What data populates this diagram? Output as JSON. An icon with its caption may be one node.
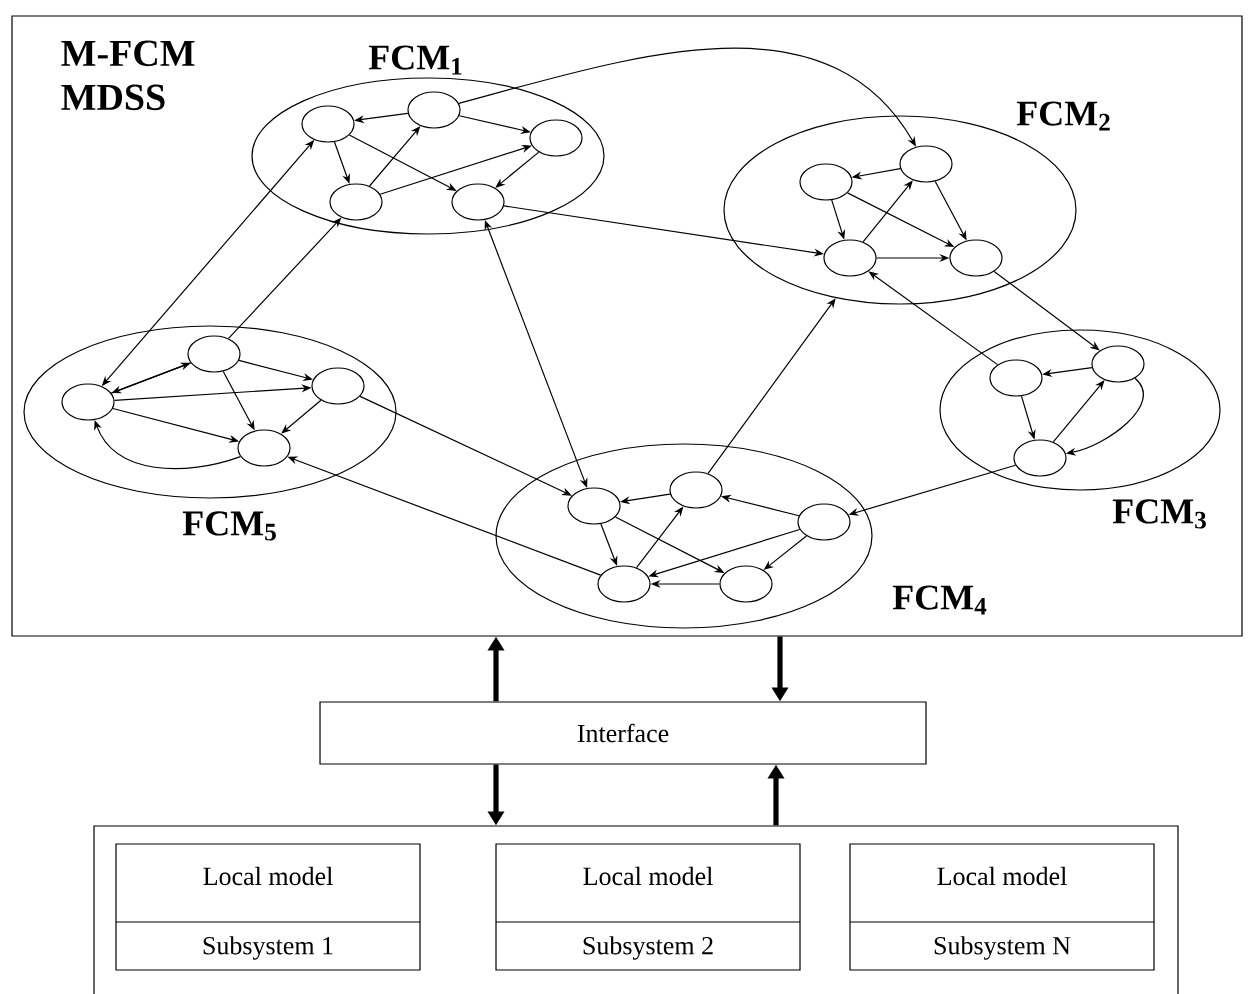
{
  "diagram": {
    "nodes": [
      {
        "text": [
          "M-FCM MDSS"
        ]
      },
      {
        "text": [
          "FCM$_{1}$"
        ],
        "in": 0
      },
      {
        "text": [],
        "shape": "circle",
        "in": 1
      },
      {
        "text": [],
        "shape": "circle",
        "in": 1
      },
      {
        "text": [],
        "shape": "circle",
        "in": 1
      },
      {
        "text": [],
        "shape": "circle",
        "in": 1
      },
      {
        "text": [],
        "shape": "circle",
        "in": 1
      },
      {
        "text": [
          "FCM$_{2}$"
        ],
        "in": 0
      },
      {
        "text": [],
        "shape": "circle",
        "in": 7
      },
      {
        "text": [],
        "shape": "circle",
        "in": 7
      },
      {
        "text": [],
        "shape": "circle",
        "in": 7
      },
      {
        "text": [],
        "shape": "circle",
        "in": 7
      },
      {
        "text": [
          "FCM$_{3}$"
        ],
        "in": 0
      },
      {
        "text": [],
        "shape": "circle",
        "in": 12
      },
      {
        "text": [],
        "shape": "circle",
        "in": 12
      },
      {
        "text": [],
        "shape": "circle",
        "in": 12
      },
      {
        "text": [
          "FCM$_{4}$"
        ],
        "in": 0
      },
      {
        "text": [],
        "shape": "circle",
        "in": 16
      },
      {
        "text": [],
        "shape": "circle",
        "in": 16
      },
      {
        "text": [],
        "shape": "circle",
        "in": 16
      },
      {
        "text": [],
        "shape": "circle",
        "in": 16
      },
      {
        "text": [],
        "shape": "circle",
        "in": 16
      },
      {
        "text": [
          "FCM$_{5}$"
        ],
        "in": 0
      },
      {
        "text": [],
        "shape": "circle",
        "in": 22
      },
      {
        "text": [],
        "shape": "circle",
        "in": 22
      },
      {
        "text": [],
        "shape": "circle",
        "in": 22
      },
      {
        "text": [],
        "shape": "circle",
        "in": 22
      },
      {
        "text": [
          "Interface"
        ]
      },
      {
        "text": [],
        "shape": "box"
      },
      {
        "text": [
          "Local model",
          "Subsystem 1"
        ],
        "in": 28
      },
      {
        "text": [
          "Local model",
          "Subsystem 2"
        ],
        "in": 28
      },
      {
        "text": [
          "Local model",
          "Subsystem N"
        ],
        "in": 28
      }
    ],
    "edges": [
      {
        "from": 3,
        "to": 2,
        "arrow": "to"
      },
      {
        "from": 3,
        "to": 4,
        "arrow": "to"
      },
      {
        "from": 2,
        "to": 5,
        "arrow": "to"
      },
      {
        "from": 2,
        "to": 6,
        "arrow": "to"
      },
      {
        "from": 5,
        "to": 3,
        "arrow": "to"
      },
      {
        "from": 5,
        "to": 4,
        "arrow": "to"
      },
      {
        "from": 4,
        "to": 6,
        "arrow": "to"
      },
      {
        "from": 9,
        "to": 8,
        "arrow": "to"
      },
      {
        "from": 8,
        "to": 10,
        "arrow": "to"
      },
      {
        "from": 10,
        "to": 9,
        "arrow": "to"
      },
      {
        "from": 8,
        "to": 11,
        "arrow": "to"
      },
      {
        "from": 9,
        "to": 11,
        "arrow": "to"
      },
      {
        "from": 10,
        "to": 11,
        "arrow": "to"
      },
      {
        "from": 14,
        "to": 13,
        "arrow": "to"
      },
      {
        "from": 13,
        "to": 15,
        "arrow": "to"
      },
      {
        "from": 15,
        "to": 14,
        "arrow": "to"
      },
      {
        "from": 14,
        "to": 15,
        "arrow": "to"
      },
      {
        "from": 18,
        "to": 17,
        "arrow": "to"
      },
      {
        "from": 19,
        "to": 18,
        "arrow": "to"
      },
      {
        "from": 17,
        "to": 20,
        "arrow": "to"
      },
      {
        "from": 20,
        "to": 18,
        "arrow": "to"
      },
      {
        "from": 17,
        "to": 21,
        "arrow": "to"
      },
      {
        "from": 19,
        "to": 20,
        "arrow": "to"
      },
      {
        "from": 19,
        "to": 21,
        "arrow": "to"
      },
      {
        "from": 21,
        "to": 20,
        "arrow": "to"
      },
      {
        "from": 24,
        "to": 23,
        "arrow": "to"
      },
      {
        "from": 23,
        "to": 24,
        "arrow": "to"
      },
      {
        "from": 23,
        "to": 25,
        "arrow": "to"
      },
      {
        "from": 24,
        "to": 25,
        "arrow": "to"
      },
      {
        "from": 24,
        "to": 26,
        "arrow": "to"
      },
      {
        "from": 23,
        "to": 26,
        "arrow": "to"
      },
      {
        "from": 25,
        "to": 26,
        "arrow": "to"
      },
      {
        "from": 26,
        "to": 23,
        "arrow": "to"
      },
      {
        "from": 3,
        "to": 9,
        "arrow": "to"
      },
      {
        "from": 6,
        "to": 10,
        "arrow": "to"
      },
      {
        "from": 2,
        "to": 23,
        "arrow": "both"
      },
      {
        "from": 24,
        "to": 5,
        "arrow": "to"
      },
      {
        "from": 6,
        "to": 17,
        "arrow": "both"
      },
      {
        "from": 25,
        "to": 17,
        "arrow": "to"
      },
      {
        "from": 20,
        "to": 26,
        "arrow": "to"
      },
      {
        "from": 18,
        "to": 7,
        "arrow": "to"
      },
      {
        "from": 11,
        "to": 14,
        "arrow": "to"
      },
      {
        "from": 13,
        "to": 10,
        "arrow": "to"
      },
      {
        "from": 15,
        "to": 19,
        "arrow": "to"
      },
      {
        "from": 27,
        "to": 0,
        "arrow": "to",
        "style": "thick"
      },
      {
        "from": 0,
        "to": 27,
        "arrow": "to",
        "style": "thick"
      },
      {
        "from": 27,
        "to": 28,
        "arrow": "to",
        "style": "thick"
      },
      {
        "from": 28,
        "to": 27,
        "arrow": "to",
        "style": "thick"
      }
    ]
  }
}
